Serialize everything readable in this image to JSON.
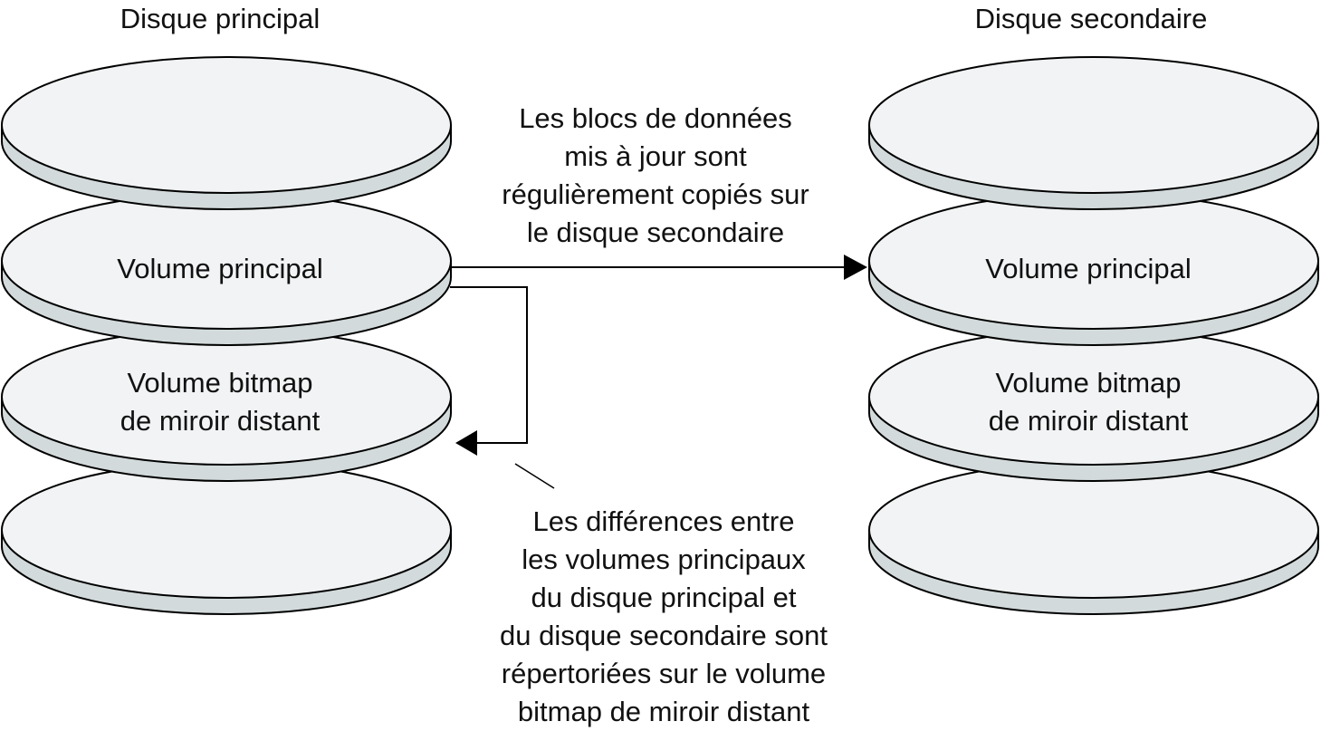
{
  "primary": {
    "title": "Disque principal",
    "volume_label": "Volume principal",
    "bitmap_label_line1": "Volume bitmap",
    "bitmap_label_line2": "de miroir distant"
  },
  "secondary": {
    "title": "Disque secondaire",
    "volume_label": "Volume principal",
    "bitmap_label_line1": "Volume bitmap",
    "bitmap_label_line2": "de miroir distant"
  },
  "copy_note": [
    "Les blocs de données",
    "mis à jour sont",
    "régulièrement copiés sur",
    "le disque secondaire"
  ],
  "diff_note": [
    "Les différences entre",
    "les volumes principaux",
    "du disque principal et",
    "du disque secondaire sont",
    "répertoriées sur le volume",
    "bitmap de miroir distant"
  ],
  "colors": {
    "disk_fill": "#f1f3f4",
    "disk_side": "#d3dadb",
    "stroke": "#000000"
  }
}
